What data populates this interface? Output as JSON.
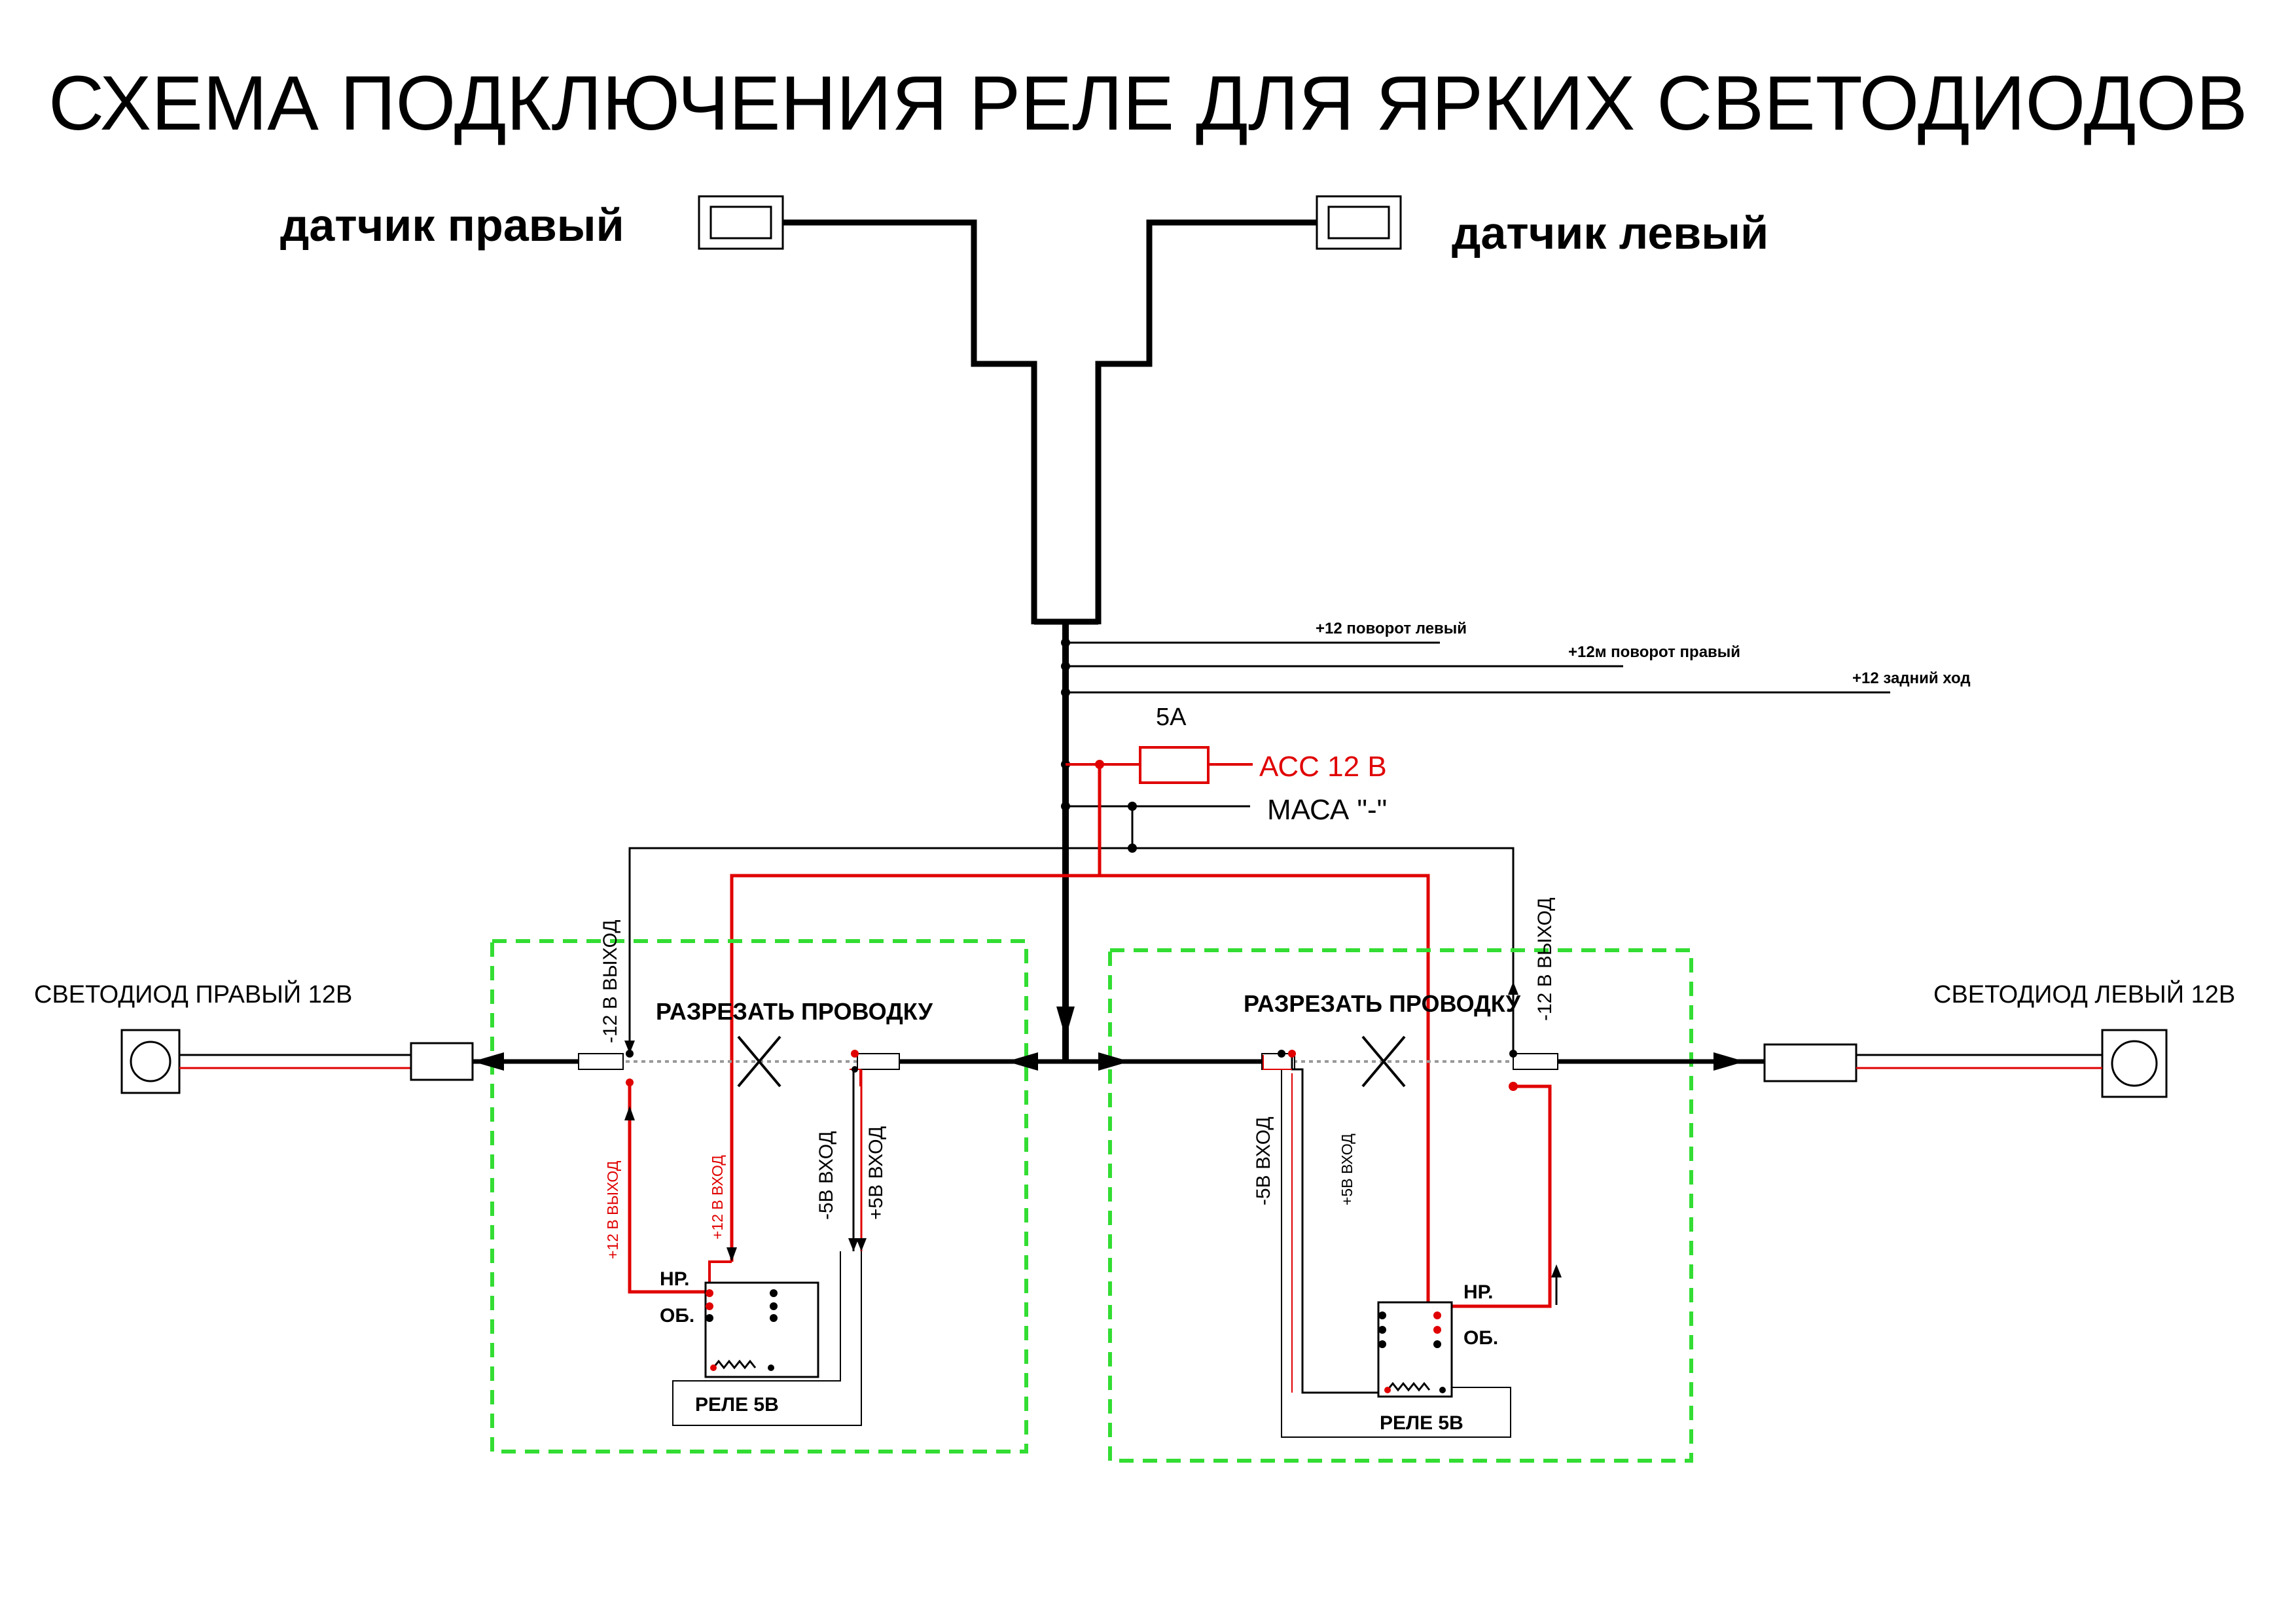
{
  "title": "СХЕМА ПОДКЛЮЧЕНИЯ РЕЛЕ ДЛЯ ЯРКИХ СВЕТОДИОДОВ",
  "sensors": {
    "right": "датчик правый",
    "left": "датчик левый"
  },
  "bus_lines": {
    "turn_left": "+12 поворот левый",
    "turn_right": "+12м поворот правый",
    "reverse": "+12 задний ход"
  },
  "fuse": "5А",
  "acc": "АСС 12 В",
  "mass": "МАСА \"-\"",
  "leds": {
    "right": "СВЕТОДИОД ПРАВЫЙ 12В",
    "left": "СВЕТОДИОД ЛЕВЫЙ 12В"
  },
  "cut_label": "РАЗРЕЗАТЬ ПРОВОДКУ",
  "wires": {
    "minus12_out": "-12 В ВЫХОД",
    "plus12_out": "+12 В ВЫХОД",
    "plus12_in": "+12 В ВХОД",
    "minus5_in": "-5В ВХОД",
    "plus5_in": "+5В ВХОД"
  },
  "relay": {
    "no": "НР.",
    "common": "ОБ.",
    "name": "РЕЛЕ 5В"
  },
  "colors": {
    "red": "#e00000",
    "black": "#000000",
    "green_dash": "#33dd33",
    "gray_dot": "#9a9a9a"
  }
}
